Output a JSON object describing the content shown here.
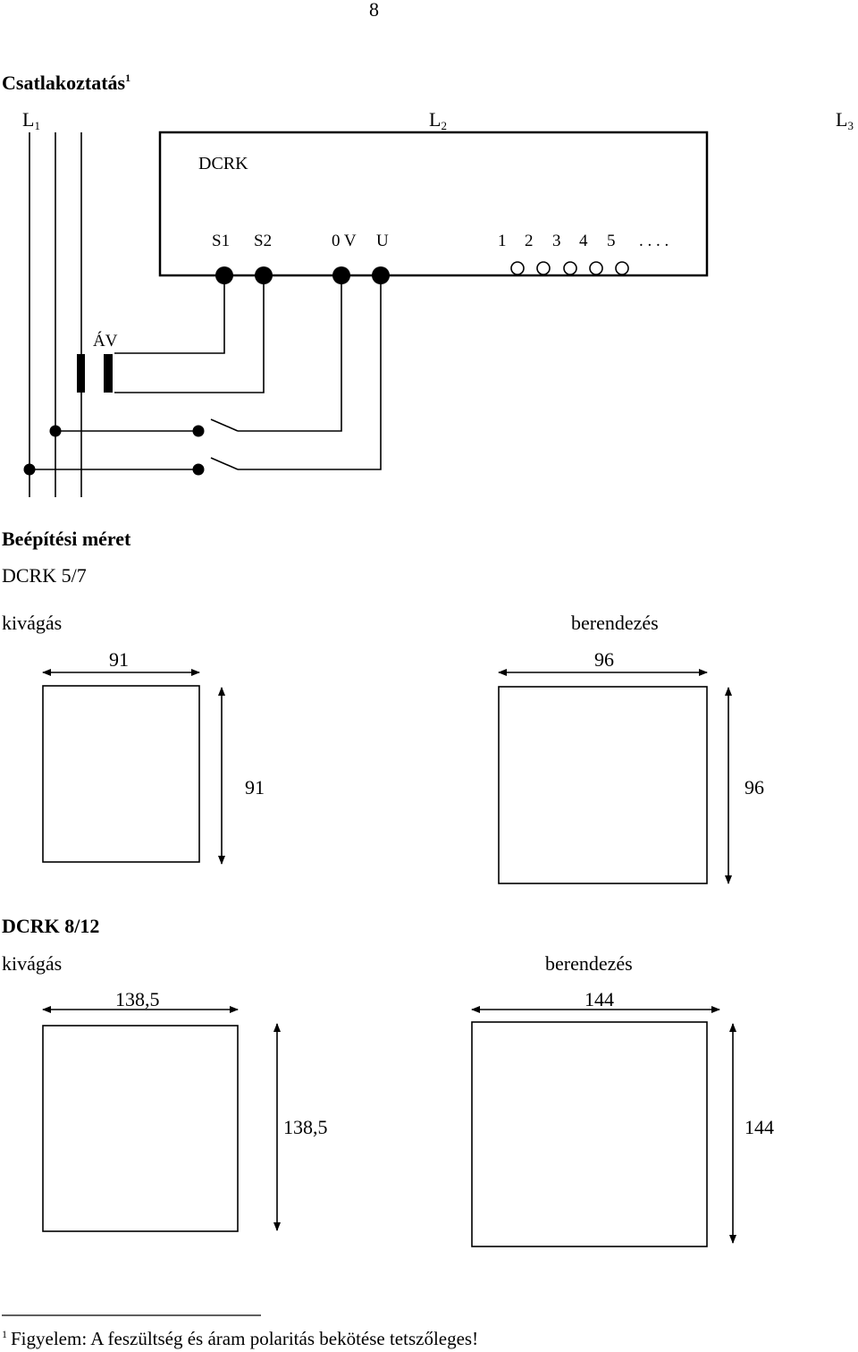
{
  "page_number": "8",
  "connection": {
    "heading": "Csatlakoztatás",
    "heading_footnote": "1",
    "phases": [
      {
        "letter": "L",
        "index": "1"
      },
      {
        "letter": "L",
        "index": "2"
      },
      {
        "letter": "L",
        "index": "3"
      }
    ],
    "device_label": "DCRK",
    "terminals": {
      "s1": "S1",
      "s2": "S2",
      "zero_v": "0 V",
      "u": "U",
      "outputs": [
        "1",
        "2",
        "3",
        "4",
        "5"
      ],
      "more": ". . . ."
    },
    "transformer_label": "ÁV"
  },
  "mounting": {
    "heading": "Beépítési méret",
    "dcrk57": {
      "title": "DCRK 5/7",
      "cutout_label": "kivágás",
      "device_label": "berendezés",
      "cutout_width": "91",
      "cutout_height": "91",
      "device_width": "96",
      "device_height": "96"
    },
    "dcrk812": {
      "title": "DCRK 8/12",
      "cutout_label": "kivágás",
      "device_label": "berendezés",
      "cutout_width": "138,5",
      "cutout_height": "138,5",
      "device_width": "144",
      "device_height": "144"
    }
  },
  "footnote": {
    "marker": "1",
    "text": "Figyelem: A feszültség és áram polaritás bekötése tetszőleges!"
  }
}
